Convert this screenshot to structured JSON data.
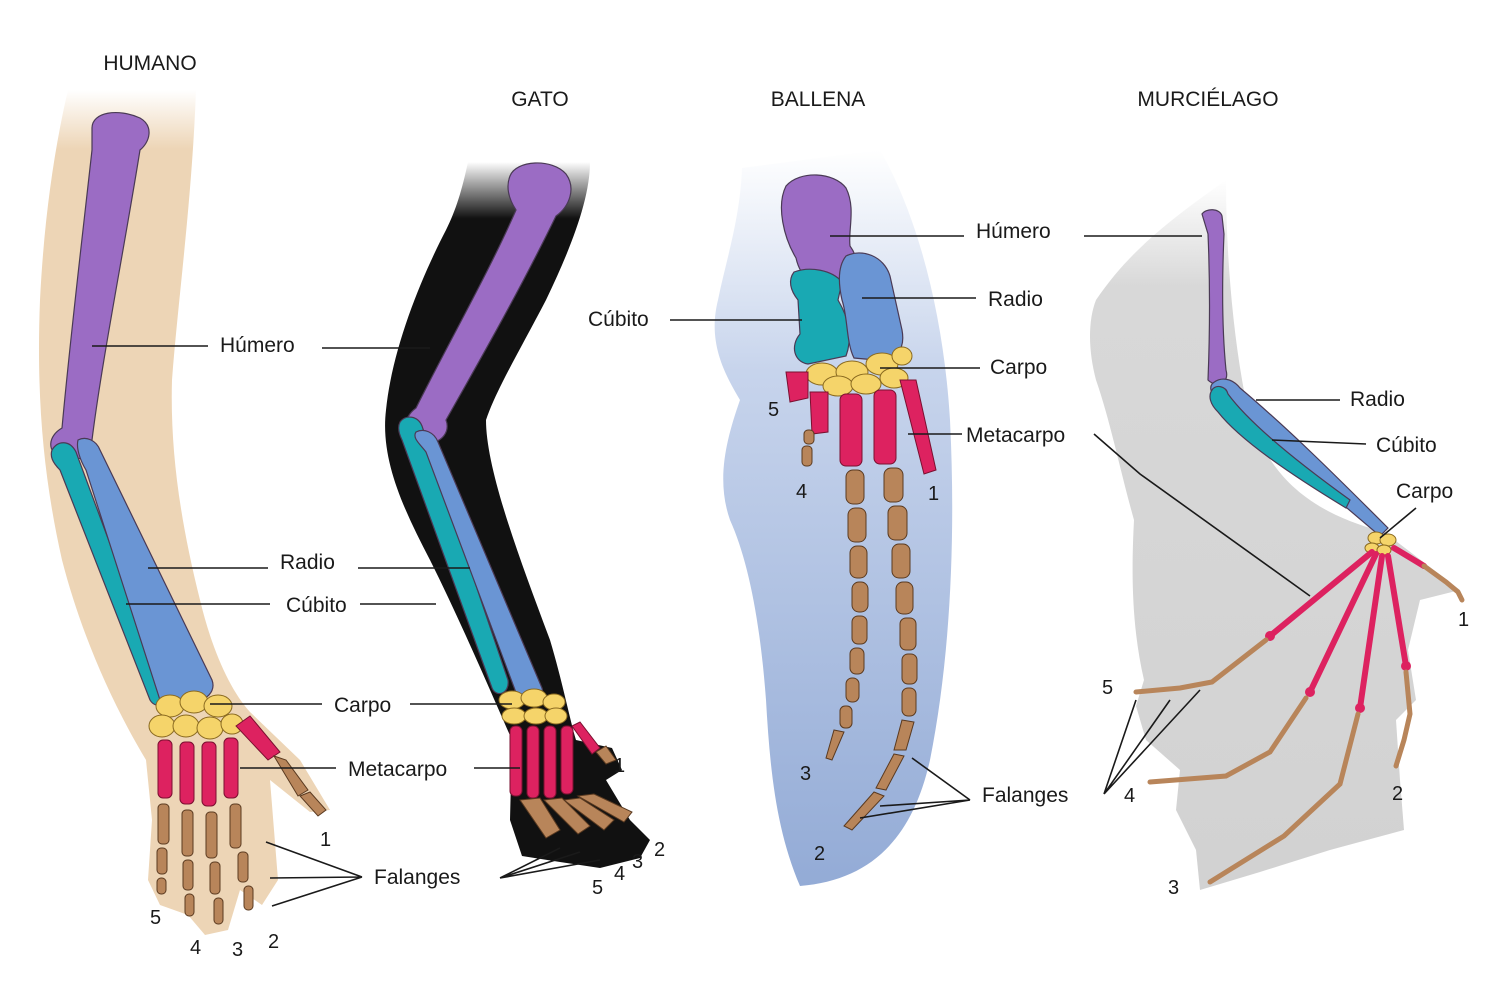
{
  "colors": {
    "humerus": "#9b6cc4",
    "radius": "#6a95d4",
    "ulna": "#19a9b3",
    "carpals": "#f5d46a",
    "metacarpals": "#dd2260",
    "phalanges": "#b8855a",
    "human_skin": "#edd5b6",
    "cat_fur": "#111111",
    "whale_fin": "#b4c6e4",
    "bat_wing": "#d6d6d6"
  },
  "human": {
    "title": "HUMANO",
    "humerus": "Húmero",
    "radius": "Radio",
    "ulna": "Cúbito",
    "carpus": "Carpo",
    "metacarpus": "Metacarpo",
    "phalanges": "Falanges",
    "digits": [
      "1",
      "2",
      "3",
      "4",
      "5"
    ]
  },
  "cat": {
    "title": "GATO",
    "phalanges": "Falanges",
    "digits": [
      "1",
      "2",
      "3",
      "4",
      "5"
    ]
  },
  "whale": {
    "title": "BALLENA",
    "humerus": "Húmero",
    "radius": "Radio",
    "ulna": "Cúbito",
    "carpus": "Carpo",
    "metacarpus": "Metacarpo",
    "phalanges": "Falanges",
    "digits": [
      "1",
      "2",
      "3",
      "4",
      "5"
    ]
  },
  "bat": {
    "title": "MURCIÉLAGO",
    "radius": "Radio",
    "ulna": "Cúbito",
    "carpus": "Carpo",
    "digits": [
      "1",
      "2",
      "3",
      "4",
      "5"
    ]
  }
}
